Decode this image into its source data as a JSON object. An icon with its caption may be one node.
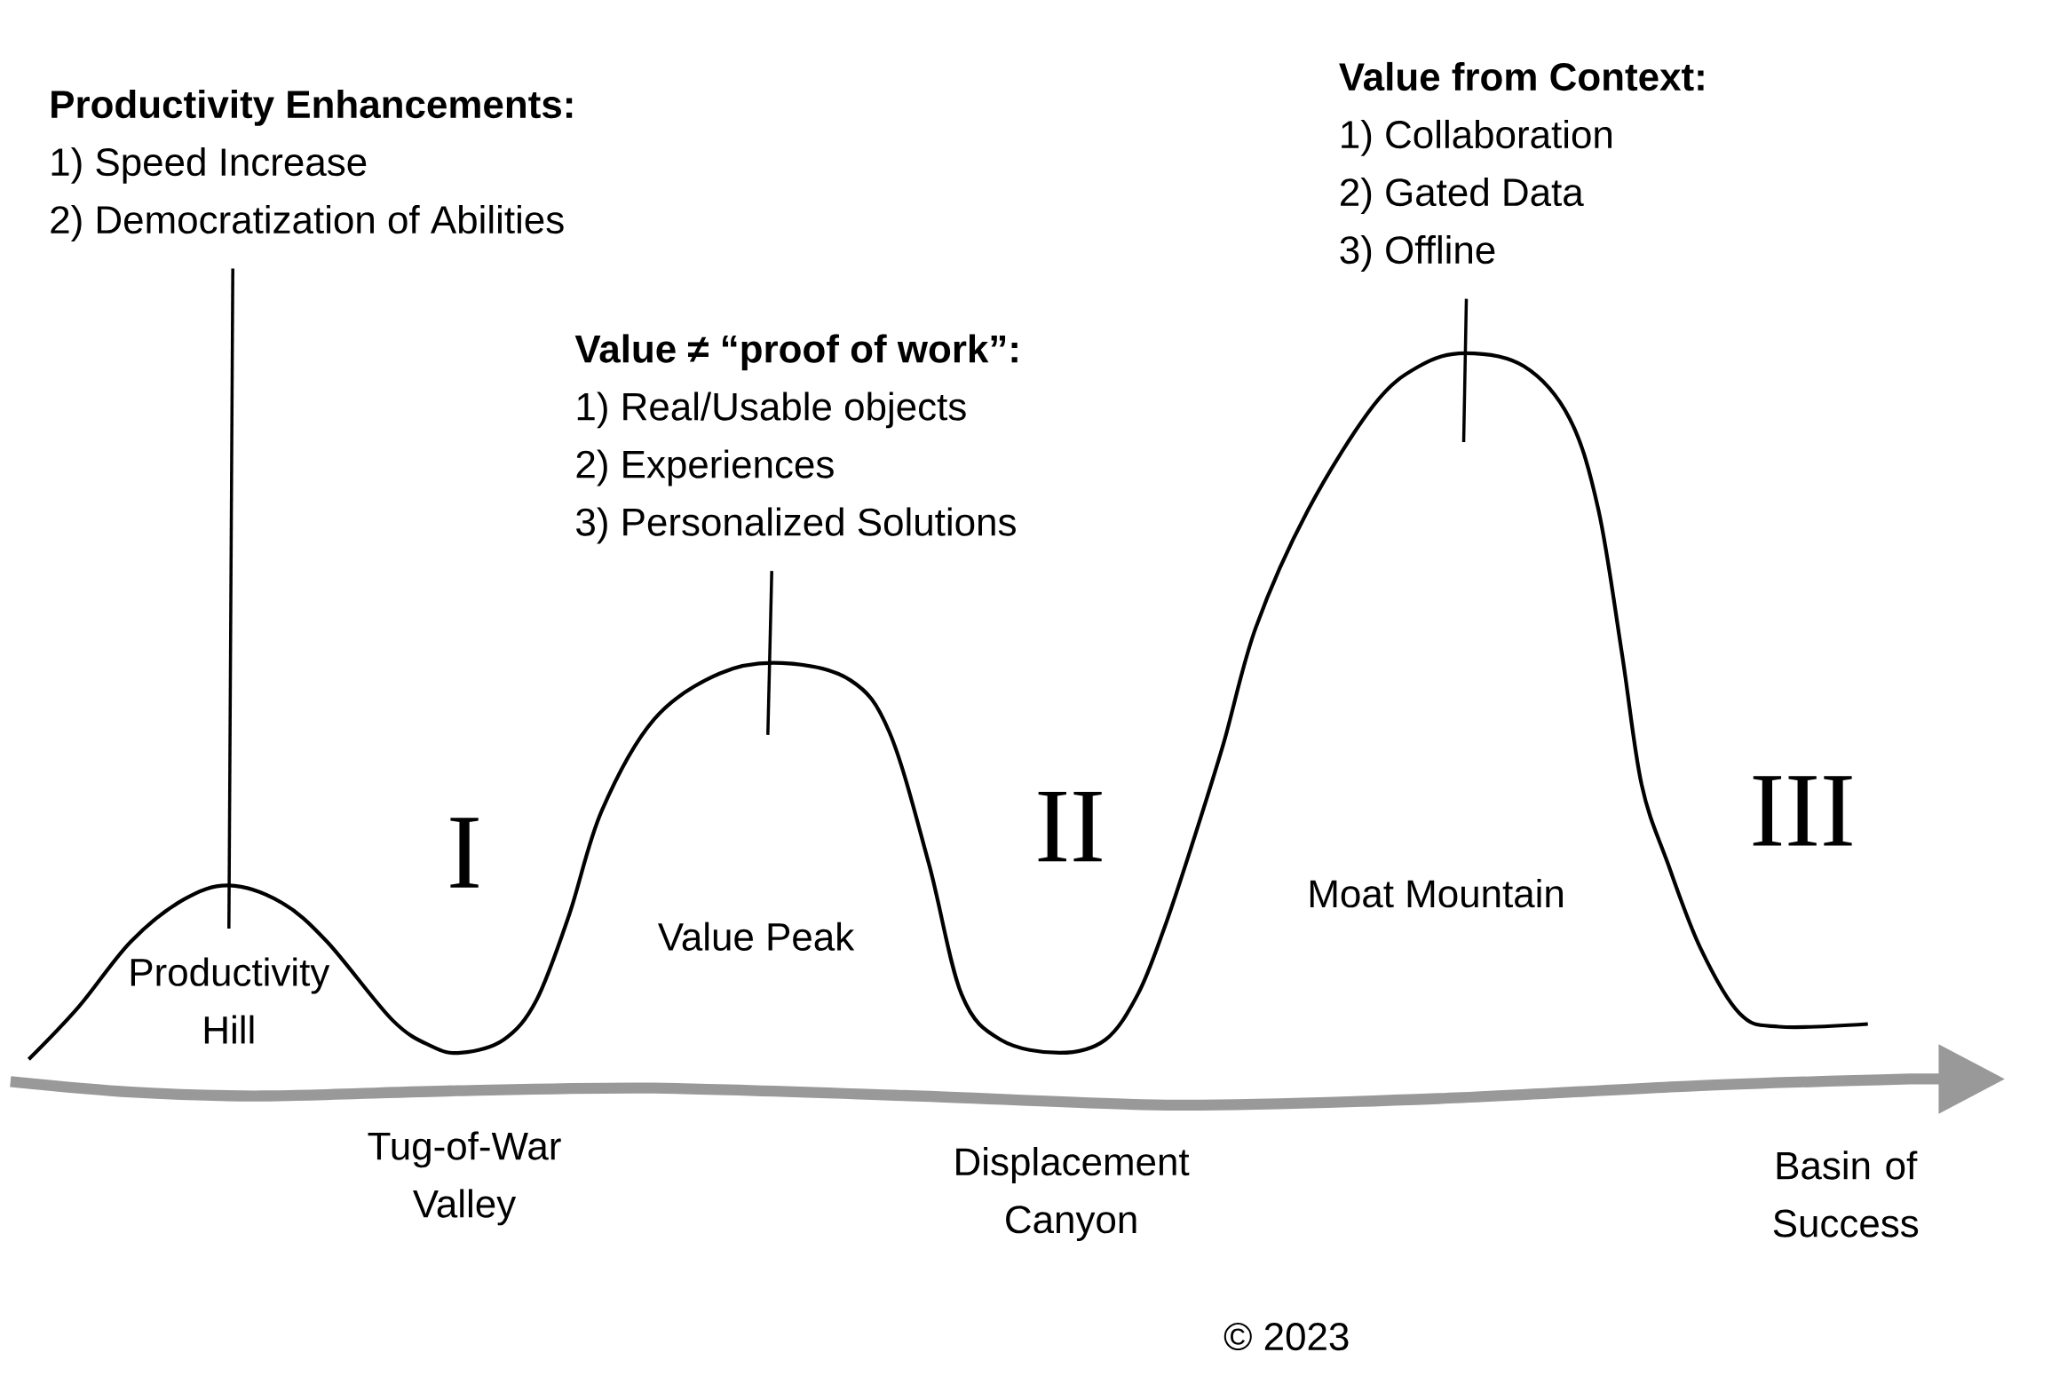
{
  "diagram": {
    "nodes": [
      {
        "text": [
          "Productivity Enhancements:",
          "1) Speed Increase",
          "2) Democratization of Abilities"
        ]
      },
      {
        "text": [
          "Value ≠ “proof of work”:",
          "1) Real/Usable objects",
          "2) Experiences",
          "3) Personalized Solutions"
        ]
      },
      {
        "text": [
          "Value from Context:",
          "1) Collaboration",
          "2) Gated Data",
          "3) Offline"
        ]
      }
    ],
    "edges": [
      {
        "from": 0,
        "to": null,
        "arrow": "none"
      },
      {
        "from": 1,
        "to": null,
        "arrow": "none"
      },
      {
        "from": 2,
        "to": null,
        "arrow": "none"
      }
    ],
    "labels": [
      "Productivity Hill",
      "I",
      "Tug-of-War Valley",
      "Value Peak",
      "II",
      "Displacement Canyon",
      "Moat Mountain",
      "III",
      "Basin of Success",
      "© 2023"
    ]
  }
}
